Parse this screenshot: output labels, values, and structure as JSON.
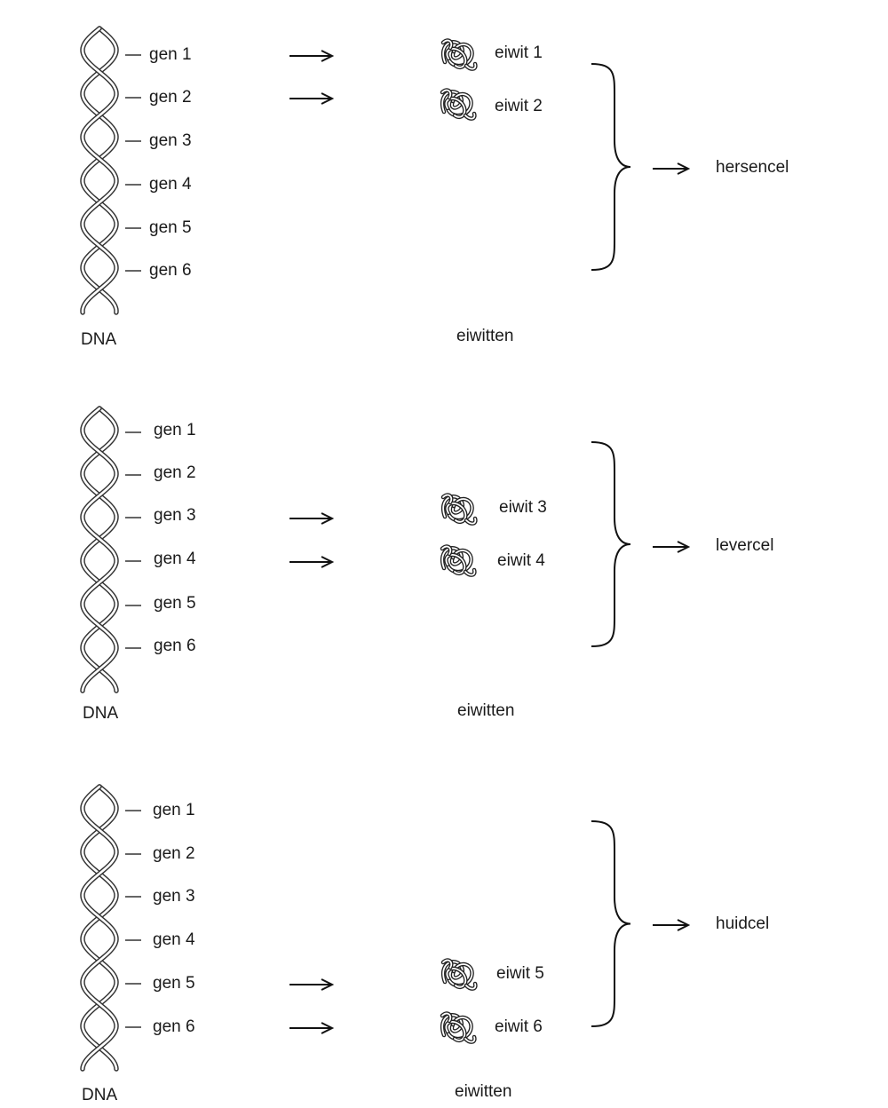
{
  "panels": [
    {
      "dna_label": "DNA",
      "genes": [
        "gen 1",
        "gen 2",
        "gen 3",
        "gen 4",
        "gen 5",
        "gen 6"
      ],
      "active_genes": [
        1,
        2
      ],
      "proteins": [
        "eiwit 1",
        "eiwit 2"
      ],
      "proteins_heading": "eiwitten",
      "cell": "hersencel"
    },
    {
      "dna_label": "DNA",
      "genes": [
        "gen 1",
        "gen 2",
        "gen 3",
        "gen 4",
        "gen 5",
        "gen 6"
      ],
      "active_genes": [
        3,
        4
      ],
      "proteins": [
        "eiwit 3",
        "eiwit 4"
      ],
      "proteins_heading": "eiwitten",
      "cell": "levercel"
    },
    {
      "dna_label": "DNA",
      "genes": [
        "gen 1",
        "gen 2",
        "gen 3",
        "gen 4",
        "gen 5",
        "gen 6"
      ],
      "active_genes": [
        5,
        6
      ],
      "proteins": [
        "eiwit 5",
        "eiwit 6"
      ],
      "proteins_heading": "eiwitten",
      "cell": "huidcel"
    }
  ]
}
